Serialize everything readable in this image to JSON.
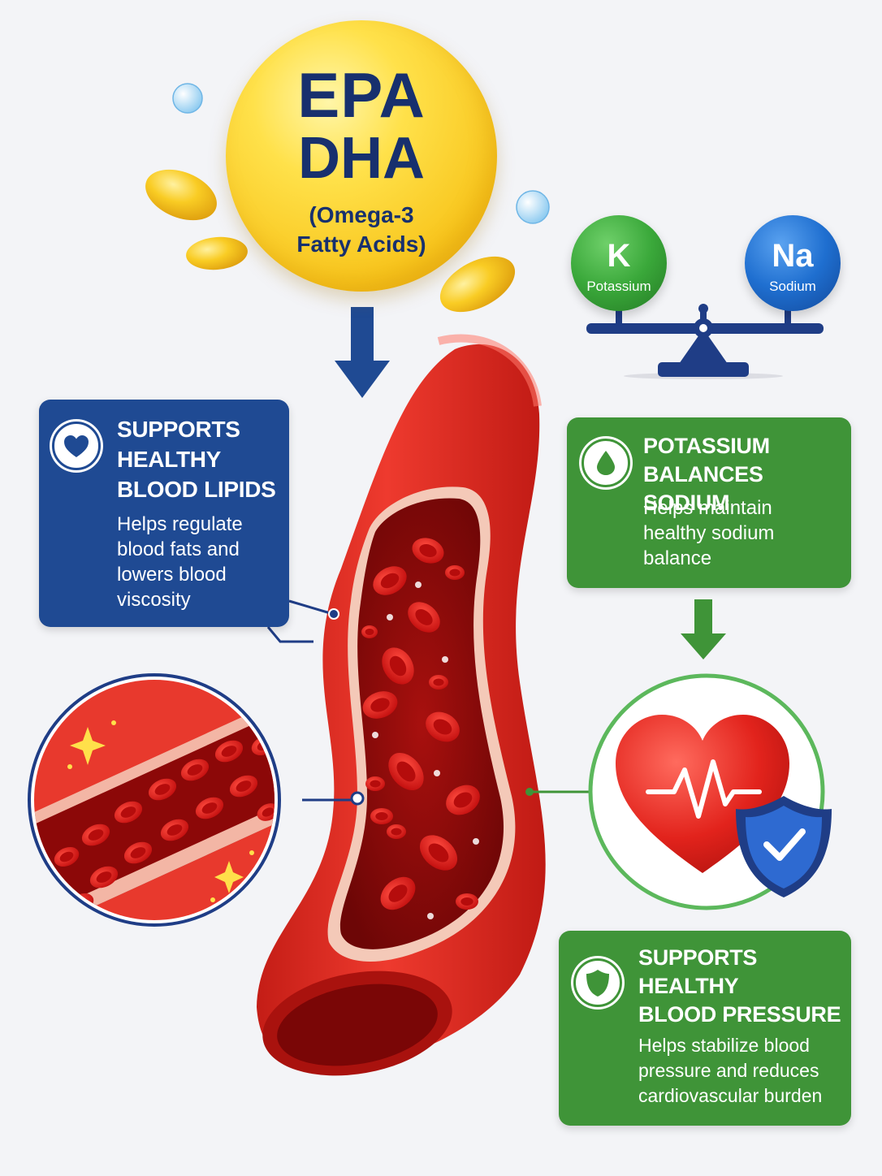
{
  "omega": {
    "line1": "EPA",
    "line2": "DHA",
    "line3": "(Omega-3",
    "line4": "Fatty Acids)"
  },
  "elements": {
    "potassium": {
      "symbol": "K",
      "name": "Potassium"
    },
    "sodium": {
      "symbol": "Na",
      "name": "Sodium"
    }
  },
  "cards": {
    "lipids": {
      "title": "SUPPORTS\nHEALTHY\nBLOOD LIPIDS",
      "body": "Helps regulate\nblood fats and\nlowers blood\nviscosity"
    },
    "potassium": {
      "title": "POTASSIUM\nBALANCES SODIUM",
      "body": "Helps maintain\nhealthy sodium\nbalance"
    },
    "pressure": {
      "title": "SUPPORTS\nHEALTHY\nBLOOD PRESSURE",
      "body": "Helps stabilize blood\npressure and reduces\ncardiovascular burden"
    }
  },
  "colors": {
    "navy": "#1f4a93",
    "green": "#3f9438",
    "yellow": "#f8c51c",
    "red": "#d8261f"
  },
  "icons": [
    "heart-icon",
    "water-drop-icon",
    "shield-icon",
    "heartbeat-icon",
    "check-shield-icon",
    "scale-icon",
    "down-arrow-icon"
  ]
}
